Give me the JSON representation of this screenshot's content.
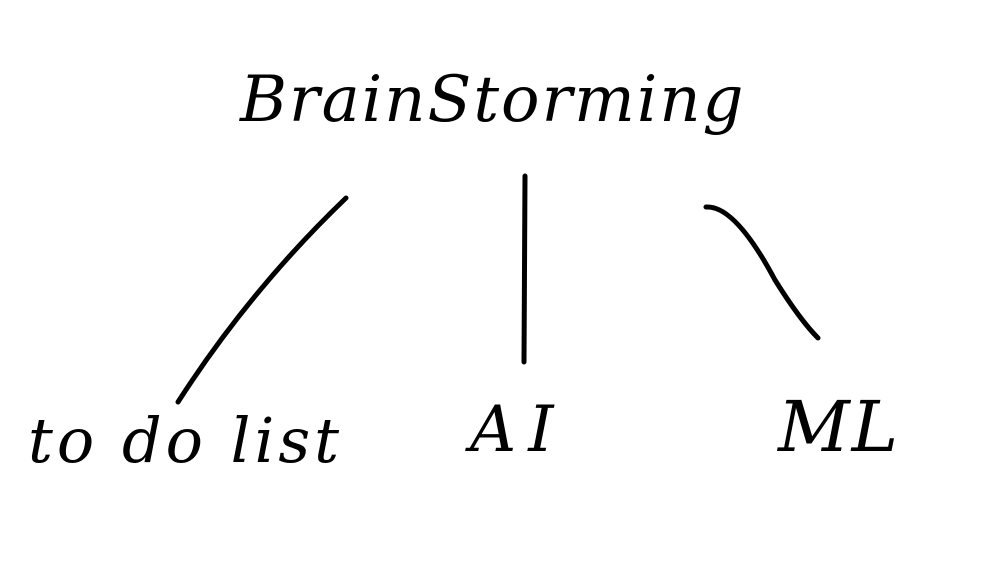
{
  "diagram": {
    "root": {
      "label": "BrainStorming"
    },
    "children": [
      {
        "label": "to do list"
      },
      {
        "label": "AI"
      },
      {
        "label": "ML"
      }
    ],
    "ink_color": "#000000",
    "background_color": "#ffffff"
  }
}
